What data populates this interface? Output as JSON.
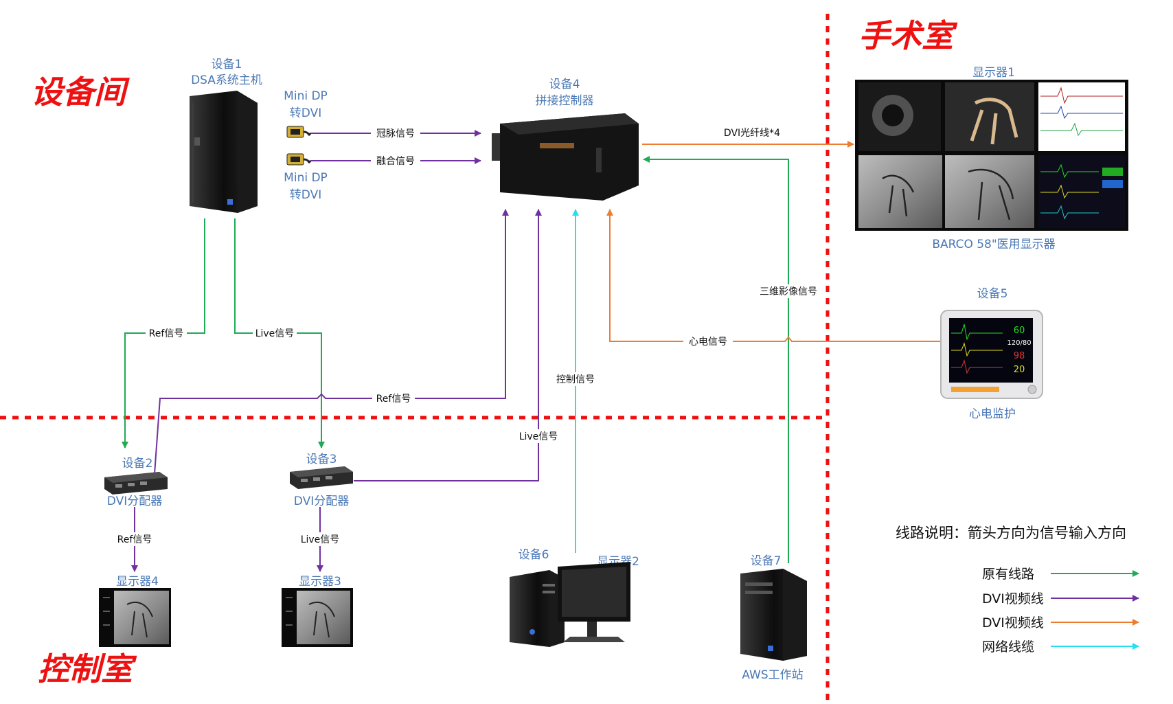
{
  "zones": {
    "equipment_room": "设备间",
    "operating_room": "手术室",
    "control_room": "控制室"
  },
  "devices": {
    "d1_name": "设备1",
    "d1_desc": "DSA系统主机",
    "adapter_line1": "Mini DP",
    "adapter_line2": "转DVI",
    "d4_name": "设备4",
    "d4_desc": "拼接控制器",
    "display1": "显示器1",
    "display1_desc": "BARCO 58\"医用显示器",
    "d5_name": "设备5",
    "d5_desc": "心电监护",
    "d2_name": "设备2",
    "d2_desc": "DVI分配器",
    "d3_name": "设备3",
    "d3_desc": "DVI分配器",
    "display4": "显示器4",
    "display3": "显示器3",
    "d6_name": "设备6",
    "display2": "显示器2",
    "d7_name": "设备7",
    "d7_desc": "AWS工作站"
  },
  "monitor_values": [
    "60",
    "120/80",
    "98",
    "20"
  ],
  "signals": {
    "coronary": "冠脉信号",
    "fusion": "融合信号",
    "dvi_fiber": "DVI光纤线*4",
    "three_d": "三维影像信号",
    "ecg": "心电信号",
    "ref": "Ref信号",
    "live": "Live信号",
    "ref2": "Ref信号",
    "control": "控制信号",
    "live2": "Live信号",
    "ref3": "Ref信号",
    "live3": "Live信号"
  },
  "legend": {
    "title": "线路说明：箭头方向为信号输入方向",
    "items": [
      {
        "label": "原有线路",
        "color": "#1faa55"
      },
      {
        "label": "DVI视频线",
        "color": "#7030a0"
      },
      {
        "label": "DVI视频线",
        "color": "#ed7d31"
      },
      {
        "label": "网络线缆",
        "color": "#22e0f0"
      }
    ]
  },
  "colors": {
    "green": "#1faa55",
    "purple": "#7030a0",
    "orange": "#ed7d31",
    "cyan": "#22e0f0",
    "zone_red": "#ee1111",
    "label_blue": "#4a78b5"
  }
}
